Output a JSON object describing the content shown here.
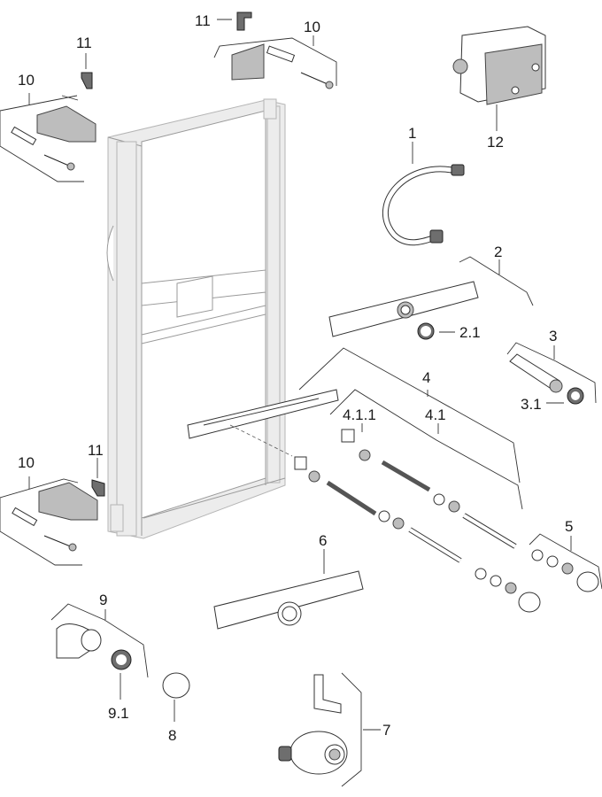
{
  "diagram": {
    "type": "exploded-parts-view",
    "subject": "Installation frame with components",
    "parts": [
      {
        "id": "1",
        "label": "1",
        "name": "flex-hose"
      },
      {
        "id": "2",
        "label": "2",
        "name": "mounting-plate"
      },
      {
        "id": "2.1",
        "label": "2.1",
        "name": "seal-ring"
      },
      {
        "id": "3",
        "label": "3",
        "name": "pipe-connector-set"
      },
      {
        "id": "3.1",
        "label": "3.1",
        "name": "pipe-nut"
      },
      {
        "id": "4",
        "label": "4",
        "name": "fixing-bar-set"
      },
      {
        "id": "4.1",
        "label": "4.1",
        "name": "threaded-rod-set"
      },
      {
        "id": "4.1.1",
        "label": "4.1.1",
        "name": "rod-anchor"
      },
      {
        "id": "5",
        "label": "5",
        "name": "cap-nut-set"
      },
      {
        "id": "6",
        "label": "6",
        "name": "drain-bracket"
      },
      {
        "id": "7",
        "label": "7",
        "name": "drain-trap"
      },
      {
        "id": "8",
        "label": "8",
        "name": "protective-cap"
      },
      {
        "id": "9",
        "label": "9",
        "name": "elbow-connector-set"
      },
      {
        "id": "9.1",
        "label": "9.1",
        "name": "reducer-nut"
      },
      {
        "id": "10a",
        "label": "10",
        "name": "wall-bracket-set-top-left"
      },
      {
        "id": "10b",
        "label": "10",
        "name": "wall-bracket-set-top"
      },
      {
        "id": "10c",
        "label": "10",
        "name": "wall-bracket-set-bottom-left"
      },
      {
        "id": "11a",
        "label": "11",
        "name": "clip-top-left"
      },
      {
        "id": "11b",
        "label": "11",
        "name": "clip-top"
      },
      {
        "id": "11c",
        "label": "11",
        "name": "clip-bottom-left"
      },
      {
        "id": "12",
        "label": "12",
        "name": "installation-box"
      }
    ]
  }
}
